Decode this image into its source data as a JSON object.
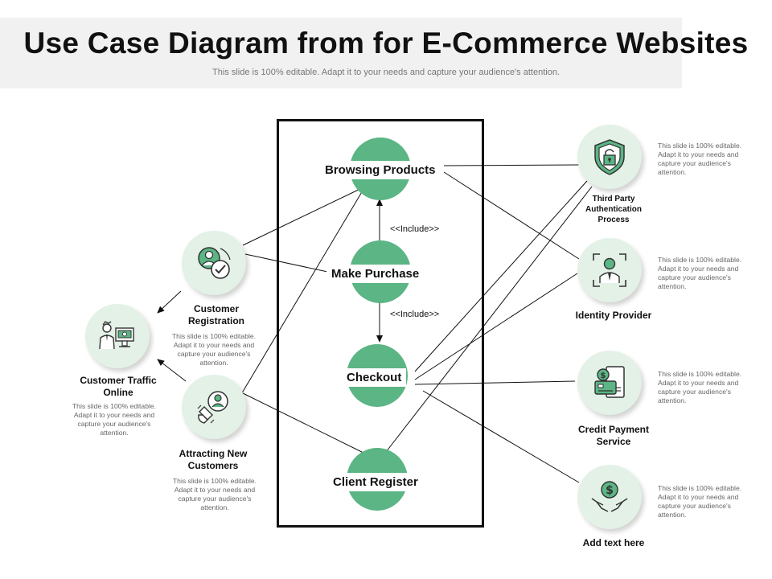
{
  "header": {
    "title": "Use Case Diagram from for E-Commerce Websites",
    "subtitle": "This slide is 100% editable. Adapt it to your needs and capture your audience's attention."
  },
  "use_cases": {
    "browsing": "Browsing Products",
    "purchase": "Make Purchase",
    "checkout": "Checkout",
    "register": "Client Register"
  },
  "relations": {
    "include_1": "<<Include>>",
    "include_2": "<<Include>>"
  },
  "left_actors": {
    "registration": {
      "name": "Customer Registration",
      "desc": "This slide is 100% editable. Adapt it to your needs and capture your audience's attention."
    },
    "traffic": {
      "name": "Customer Traffic Online",
      "desc": "This slide is 100% editable. Adapt it to your needs and capture your audience's attention."
    },
    "attracting": {
      "name": "Attracting New Customers",
      "desc": "This slide is 100% editable. Adapt it to your needs and capture your audience's attention."
    }
  },
  "right_actors": {
    "auth": {
      "name": "Third Party Authentication Process",
      "desc": "This slide is 100% editable. Adapt it to your needs and capture your audience's attention."
    },
    "identity": {
      "name": "Identity Provider",
      "desc": "This slide is 100% editable. Adapt it to your needs and capture your audience's attention."
    },
    "credit": {
      "name": "Credit Payment Service",
      "desc": "This slide is 100% editable. Adapt it to your needs and capture your audience's attention."
    },
    "addtext": {
      "name": "Add text here",
      "desc": "This slide is 100% editable. Adapt it to your needs and capture your audience's attention."
    }
  },
  "colors": {
    "accent": "#5bb584",
    "light": "#e3f1e7",
    "icon": "#333333"
  },
  "icons": {
    "registration": "user-check-icon",
    "traffic": "person-computer-cash-icon",
    "attracting": "magnet-user-icon",
    "auth": "shield-lock-icon",
    "identity": "user-scan-icon",
    "credit": "card-payment-icon",
    "addtext": "hands-dollar-icon"
  }
}
